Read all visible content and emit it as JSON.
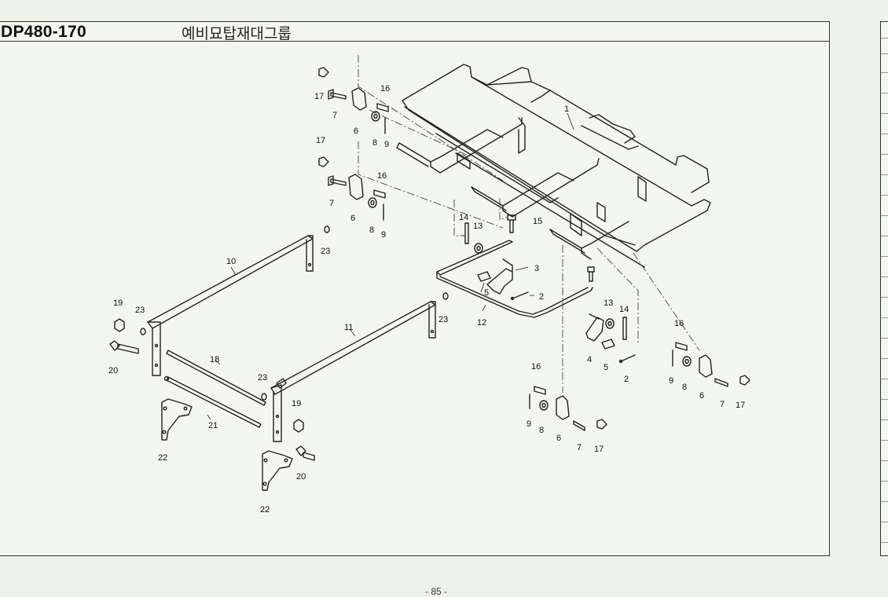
{
  "header": {
    "model_code": "DP480-170",
    "group_title": "예비묘탑재대그룹"
  },
  "page": {
    "number": "- 85 -"
  },
  "part_labels": [
    {
      "id": "l1",
      "text": "1"
    },
    {
      "id": "l2a",
      "text": "2"
    },
    {
      "id": "l2b",
      "text": "2"
    },
    {
      "id": "l3",
      "text": "3"
    },
    {
      "id": "l4",
      "text": "4"
    },
    {
      "id": "l5a",
      "text": "5"
    },
    {
      "id": "l5b",
      "text": "5"
    },
    {
      "id": "l6a",
      "text": "6"
    },
    {
      "id": "l6b",
      "text": "6"
    },
    {
      "id": "l6c",
      "text": "6"
    },
    {
      "id": "l6d",
      "text": "6"
    },
    {
      "id": "l7a",
      "text": "7"
    },
    {
      "id": "l7b",
      "text": "7"
    },
    {
      "id": "l7c",
      "text": "7"
    },
    {
      "id": "l7d",
      "text": "7"
    },
    {
      "id": "l8a",
      "text": "8"
    },
    {
      "id": "l8b",
      "text": "8"
    },
    {
      "id": "l8c",
      "text": "8"
    },
    {
      "id": "l8d",
      "text": "8"
    },
    {
      "id": "l9a",
      "text": "9"
    },
    {
      "id": "l9b",
      "text": "9"
    },
    {
      "id": "l9c",
      "text": "9"
    },
    {
      "id": "l9d",
      "text": "9"
    },
    {
      "id": "l10",
      "text": "10"
    },
    {
      "id": "l11",
      "text": "11"
    },
    {
      "id": "l12",
      "text": "12"
    },
    {
      "id": "l13a",
      "text": "13"
    },
    {
      "id": "l13b",
      "text": "13"
    },
    {
      "id": "l14a",
      "text": "14"
    },
    {
      "id": "l14b",
      "text": "14"
    },
    {
      "id": "l15",
      "text": "15"
    },
    {
      "id": "l16a",
      "text": "16"
    },
    {
      "id": "l16b",
      "text": "16"
    },
    {
      "id": "l16c",
      "text": "16"
    },
    {
      "id": "l16d",
      "text": "16"
    },
    {
      "id": "l17a",
      "text": "17"
    },
    {
      "id": "l17b",
      "text": "17"
    },
    {
      "id": "l17c",
      "text": "17"
    },
    {
      "id": "l17d",
      "text": "17"
    },
    {
      "id": "l18",
      "text": "18"
    },
    {
      "id": "l19a",
      "text": "19"
    },
    {
      "id": "l19b",
      "text": "19"
    },
    {
      "id": "l20a",
      "text": "20"
    },
    {
      "id": "l20b",
      "text": "20"
    },
    {
      "id": "l21",
      "text": "21"
    },
    {
      "id": "l22a",
      "text": "22"
    },
    {
      "id": "l22b",
      "text": "22"
    },
    {
      "id": "l23a",
      "text": "23"
    },
    {
      "id": "l23b",
      "text": "23"
    },
    {
      "id": "l23c",
      "text": "23"
    },
    {
      "id": "l23d",
      "text": "23"
    }
  ]
}
